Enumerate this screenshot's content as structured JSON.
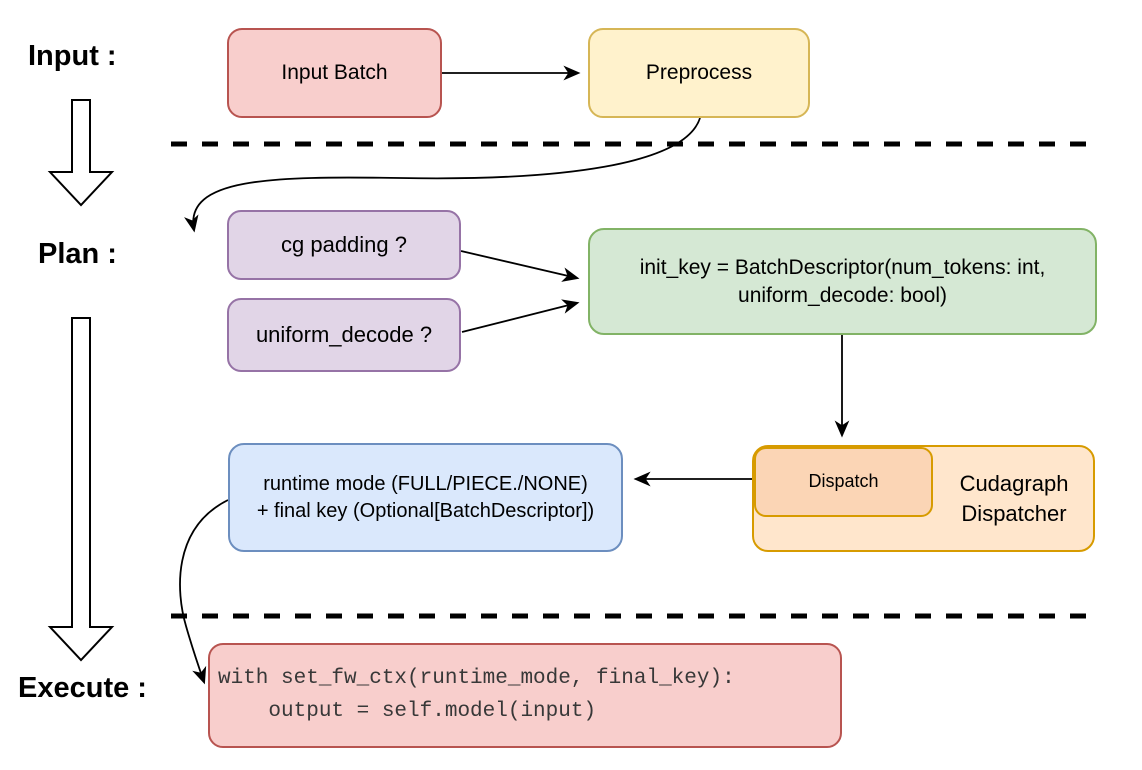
{
  "stages": {
    "input_label": "Input :",
    "plan_label": "Plan :",
    "execute_label": "Execute :"
  },
  "nodes": {
    "input_batch": {
      "label": "Input Batch"
    },
    "preprocess": {
      "label": "Preprocess"
    },
    "cg_padding": {
      "label": "cg padding ?"
    },
    "uniform_decode": {
      "label": "uniform_decode ?"
    },
    "init_key": {
      "lines": [
        "init_key = BatchDescriptor(num_tokens: int,",
        "uniform_decode: bool)"
      ]
    },
    "dispatch": {
      "label": "Dispatch"
    },
    "cudagraph_dispatcher": {
      "lines": [
        "Cudagraph",
        "Dispatcher"
      ]
    },
    "runtime_mode": {
      "lines": [
        "runtime mode (FULL/PIECE./NONE)",
        "+ final key (Optional[BatchDescriptor])"
      ]
    },
    "execute_code": {
      "lines": [
        "with set_fw_ctx(runtime_mode, final_key):",
        "    output = self.model(input)"
      ]
    }
  },
  "palette": {
    "red_fill": "#f8cecc",
    "red_stroke": "#b85450",
    "yellow_fill": "#fff2cc",
    "yellow_stroke": "#d6b656",
    "purple_fill": "#e1d5e7",
    "purple_stroke": "#9673a6",
    "green_fill": "#d5e8d4",
    "green_stroke": "#82b366",
    "blue_fill": "#dae8fc",
    "blue_stroke": "#6c8ebf",
    "orange_fill": "#ffe6cc",
    "orange_inner_fill": "#fbd5b5",
    "orange_stroke": "#d79b00",
    "line_color": "#000000"
  }
}
